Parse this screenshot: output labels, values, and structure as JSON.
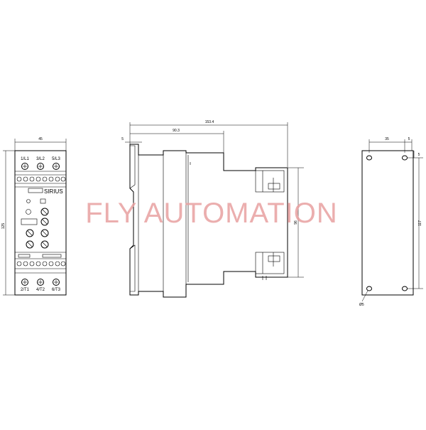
{
  "watermark": {
    "text": "FLY AUTOMATION",
    "color": "#e8a0a0"
  },
  "front_view": {
    "width_label": "45",
    "height_label": "125",
    "top_terminals": [
      "1/L1",
      "3/L2",
      "5/L3"
    ],
    "bottom_terminals": [
      "2/T1",
      "4/T2",
      "6/T3"
    ],
    "brand": "SIRIUS"
  },
  "side_view": {
    "overall_depth_label": "153.4",
    "partial_depth_label": "90.3",
    "offset_label": "5",
    "height_label": "96"
  },
  "mounting_view": {
    "width_label": "35",
    "edge_label": "5",
    "height_label": "117",
    "hole_label": "Ø5"
  }
}
